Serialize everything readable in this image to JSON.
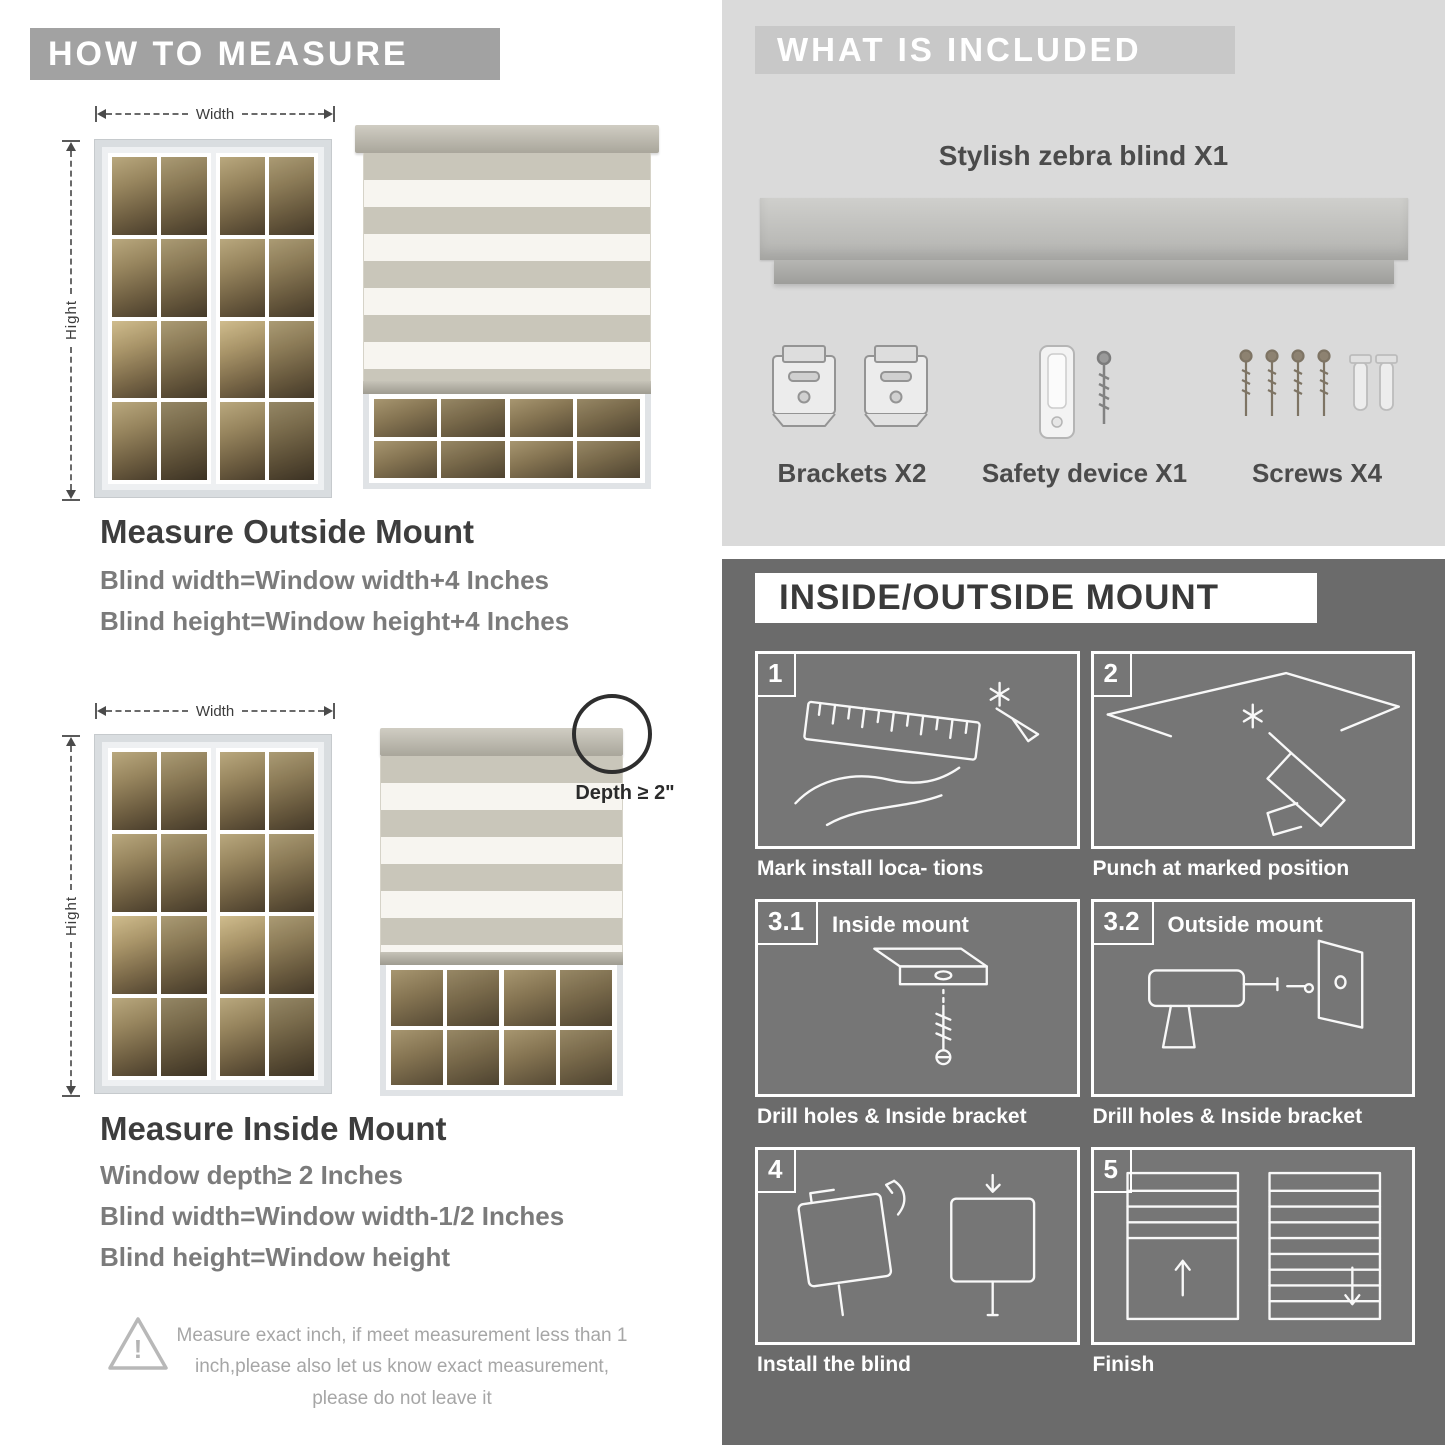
{
  "colors": {
    "left_banner_bg": "#a2a2a2",
    "included_bg": "#dadada",
    "included_banner_bg": "#c8c8c8",
    "mount_bg": "#6b6b6b",
    "panel_bg": "#767676",
    "heading_text": "#3d3d3d",
    "body_text": "#7b7b7b"
  },
  "measure": {
    "banner": "HOW TO MEASURE",
    "width_label": "Width",
    "height_label": "Hight",
    "outside": {
      "heading": "Measure Outside Mount",
      "line1": "Blind width=Window width+4 Inches",
      "line2": "Blind height=Window height+4 Inches"
    },
    "inside": {
      "heading": "Measure Inside Mount",
      "depth_callout": "Depth ≥ 2\"",
      "line1": "Window depth≥ 2 Inches",
      "line2": "Blind width=Window width-1/2 Inches",
      "line3": "Blind height=Window height"
    },
    "warning_mark": "!",
    "warning_text": "Measure exact inch, if meet measurement less than 1 inch,please also let us know exact measurement, please do not leave it"
  },
  "included": {
    "banner": "WHAT IS INCLUDED",
    "product": "Stylish zebra blind X1",
    "items": [
      {
        "label": "Brackets X2"
      },
      {
        "label": "Safety device X1"
      },
      {
        "label": "Screws X4"
      }
    ]
  },
  "mount": {
    "banner": "INSIDE/OUTSIDE MOUNT",
    "steps": [
      {
        "num": "1",
        "caption": "Mark install loca- tions"
      },
      {
        "num": "2",
        "caption": "Punch at  marked position"
      },
      {
        "num": "3.1",
        "title": "Inside mount",
        "caption": "Drill holes &  Inside bracket"
      },
      {
        "num": "3.2",
        "title": "Outside mount",
        "caption": "Drill holes &  Inside bracket"
      },
      {
        "num": "4",
        "caption": "Install the blind"
      },
      {
        "num": "5",
        "caption": "Finish"
      }
    ]
  }
}
